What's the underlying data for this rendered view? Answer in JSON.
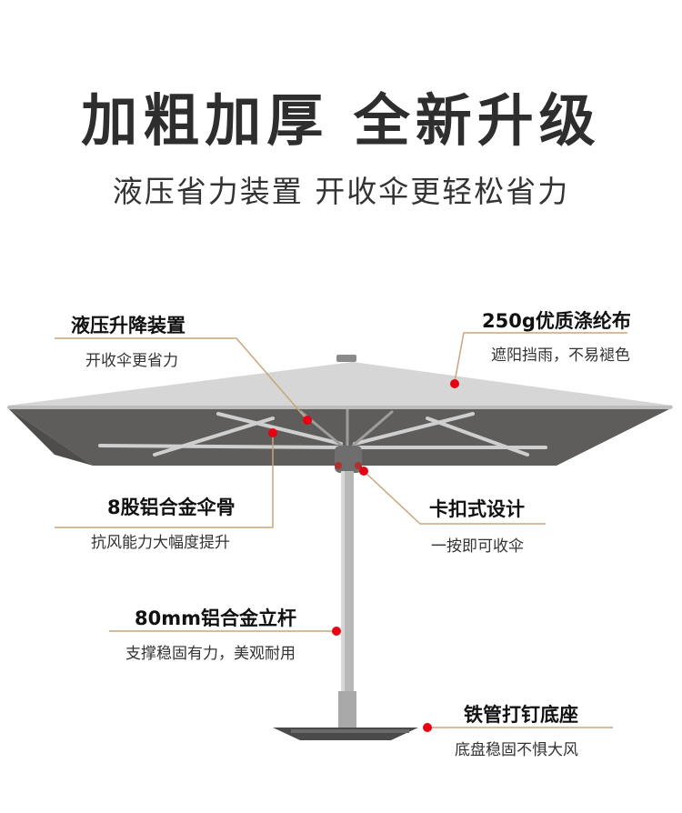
{
  "header": {
    "title": "加粗加厚 全新升级",
    "subtitle": "液压省力装置 开收伞更轻松省力"
  },
  "features": [
    {
      "title": "液压升降装置",
      "desc": "开收伞更省力"
    },
    {
      "title": "250g优质涤纶布",
      "desc": "遮阳挡雨，不易褪色"
    },
    {
      "title": "8股铝合金伞骨",
      "desc": "抗风能力大幅度提升"
    },
    {
      "title": "卡扣式设计",
      "desc": "一按即可收伞"
    },
    {
      "title": "80mm铝合金立杆",
      "desc": "支撑稳固有力，美观耐用"
    },
    {
      "title": "铁管打钉底座",
      "desc": "底盘稳固不惧大风"
    }
  ],
  "colors": {
    "marker": "#e60012",
    "leader": "#c9a57a",
    "canopy": "#d6d6d6",
    "canopy_under": "#5e5d5b"
  }
}
